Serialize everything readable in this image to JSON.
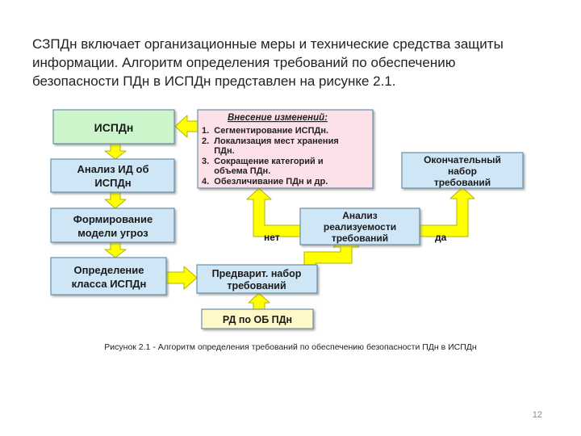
{
  "slide": {
    "intro_lines": [
      "СЗПДн включает организационные меры и технические средства защиты",
      "информации. Алгоритм определения требований по обеспечению",
      "безопасности ПДн в ИСПДн представлен на рисунке 2.1."
    ],
    "caption": "Рисунок 2.1 - Алгоритм определения требований по обеспечению безопасности ПДн в ИСПДн",
    "page_number": "12"
  },
  "diagram": {
    "ispdn": "ИСПДн",
    "analysis_line1": "Анализ ИД об",
    "analysis_line2": "ИСПДн",
    "threat_line1": "Формирование",
    "threat_line2": "модели угроз",
    "class_line1": "Определение",
    "class_line2": "класса ИСПДн",
    "prelim_line1": "Предварит. набор",
    "prelim_line2": "требований",
    "rd": "РД по ОБ ПДн",
    "feas_line1": "Анализ",
    "feas_line2": "реализуемости",
    "feas_line3": "требований",
    "final_line1": "Окончательный",
    "final_line2": "набор",
    "final_line3": "требований",
    "label_no": "нет",
    "label_yes": "да",
    "changes": {
      "title": "Внесение изменений:",
      "items": [
        "1.  Сегментирование ИСПДн.",
        "2.  Локализация мест хранения",
        "     ПДн.",
        "3.  Сокращение категорий и",
        "     объема ПДн.",
        "4.  Обезличивание ПДн и др."
      ]
    },
    "colors": {
      "green_box": "#ccf5cc",
      "blue_box": "#cfe6f7",
      "pink_box": "#fde1e8",
      "yellow_box": "#fff9c8",
      "arrow_fill": "#ffff00",
      "arrow_stroke": "#b3b300",
      "box_border": "#6a8fa8"
    }
  }
}
